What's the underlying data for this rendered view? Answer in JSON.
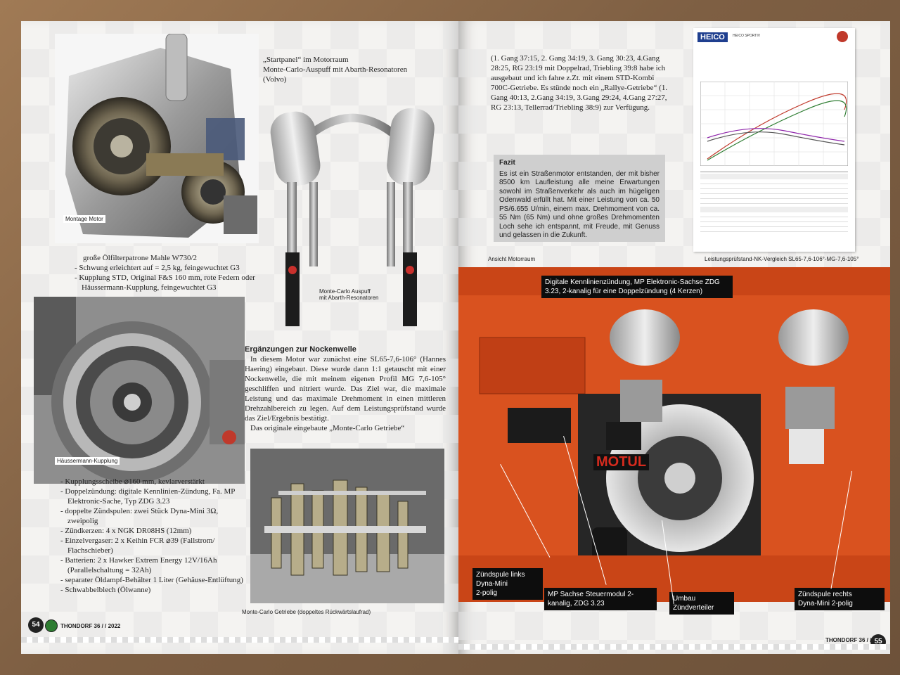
{
  "left_page": {
    "captions": {
      "montage": "Montage Motor",
      "monte_carlo": "Monte-Carlo Auspuff\nmit Abarth-Resonatoren",
      "haeussermann": "Häussermann-Kupplung",
      "getriebe": "Monte-Carlo Getriebe (doppeltes Rückwärtslaufrad)"
    },
    "top_right_text": {
      "line1": "„Startpanel“ im Motorraum",
      "line2": "Monte-Carlo-Auspuff mit Abarth-Resonatoren",
      "line3": "(Volvo)"
    },
    "list_1": [
      "große Ölfilterpatrone Mahle W730/2",
      "Schwung erleichtert auf = 2,5 kg, feingewuchtet G3",
      "Kupplung STD, Original F&S 160 mm, rote Federn oder Häussermann-Kupplung, feingewuchtet G3"
    ],
    "nocken": {
      "heading": "Ergänzungen zur Nockenwelle",
      "body": "In diesem Motor war zunächst eine SL65-7,6-106° (Hannes Haering) eingebaut. Diese wurde dann 1:1 getauscht mit einer Nockenwelle, die mit meinem eigenen Profil MG 7,6-105° geschliffen und nitriert wurde. Das Ziel war, die maximale Leistung und das maximale Drehmoment in einen mittleren Drehzahlbereich zu legen. Auf dem Leistungsprüfstand wurde das Ziel/Ergebnis bestätigt.",
      "getriebe_line": "Das originale eingebaute „Monte-Carlo Getriebe“"
    },
    "list_2": [
      "Kupplungsscheibe ⌀160 mm, kevlarverstärkt",
      "Doppelzündung: digitale Kennlinien-Zündung, Fa. MP Elektronic-Sache, Typ ZDG 3.23",
      "doppelte Zündspulen: zwei Stück Dyna-Mini 3Ω, zweipolig",
      "Zündkerzen: 4 x NGK DR08HS (12mm)",
      "Einzelvergaser: 2 x Keihin FCR ⌀39 (Fallstrom/ Flachschieber)",
      "Batterien: 2 x Hawker Extrem Energy 12V/16Ah (Parallelschaltung = 32Ah)",
      "separater Öldampf-Behälter 1 Liter (Gehäuse-Entlüftung)",
      "Schwabbelblech (Ölwanne)"
    ],
    "footer": {
      "page": "54",
      "mag": "THONDORF 36 / / 2022"
    }
  },
  "right_page": {
    "gears_text": "(1. Gang 37:15, 2. Gang 34:19, 3. Gang 30:23, 4.Gang 28:25, RG 23:19 mit Doppelrad, Triebling 39:8 habe ich ausgebaut und ich fahre z.Zt. mit einem STD-Kombi 700C-Getriebe. Es stünde noch ein „Rallye-Getriebe“ (1. Gang 40:13, 2.Gang 34:19, 3.Gang 29:24, 4.Gang 27:27, RG 23:13, Tellerrad/Triebling 38:9) zur Verfügung.",
    "fazit": {
      "heading": "Fazit",
      "body": "Es ist ein Straßenmotor entstanden, der mit bisher 8500 km Laufleistung alle meine Erwartungen sowohl im Straßenverkehr als auch im hügeligen Odenwald erfüllt hat. Mit einer Leistung von ca. 50 PS/6.655 U/min, einem max. Drehmoment von ca. 55 Nm (65 Nm) und ohne großes Drehmomenten Loch sehe ich entspannt, mit Freude, mit Genuss und gelassen in die Zukunft."
    },
    "captions": {
      "motorraum": "Ansicht Motorraum",
      "pruefstand": "Leistungsprüfstand-NK-Vergleich SL65-7,6-106°-MG-7,6-105°"
    },
    "sheet": {
      "brand": "HEICO",
      "sub": "HEICO SPORTIV"
    },
    "photo_labels": {
      "top": "Digitale Kennlinienzündung, MP Elektronic-Sachse ZDG 3.23, 2-kanalig für eine Doppelzündung (4 Kerzen)",
      "zsp_links": "Zündspule links\nDyna-Mini\n2-polig",
      "mp_sachse": "MP Sachse Steuermodul 2-\nkanalig, ZDG 3.23",
      "umbau": "Umbau\nZündverteiler",
      "zsp_rechts": "Zündspule rechts\nDyna-Mini 2-polig"
    },
    "fan_brand": "MOTUL",
    "footer": {
      "page": "55",
      "mag": "THONDORF 36 / / 2022"
    }
  }
}
